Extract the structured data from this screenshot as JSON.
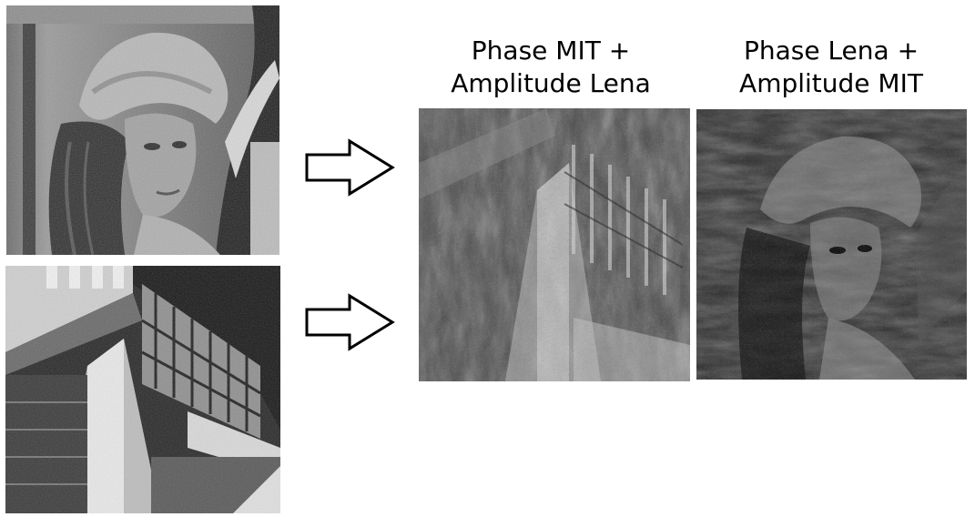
{
  "captions": {
    "result_1": {
      "line1": "Phase MIT +",
      "line2": "Amplitude Lena"
    },
    "result_2": {
      "line1": "Phase Lena +",
      "line2": "Amplitude MIT"
    }
  },
  "images": {
    "source_top": "lena-portrait-photo",
    "source_bottom": "mit-building-photo",
    "result_1": "phase-mit-amplitude-lena-reconstruction",
    "result_2": "phase-lena-amplitude-mit-reconstruction"
  },
  "icons": {
    "arrow": "right-arrow-outline-icon"
  },
  "colors": {
    "background": "#ffffff",
    "stroke": "#000000"
  }
}
